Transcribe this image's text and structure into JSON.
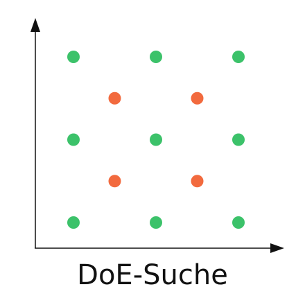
{
  "caption": "DoE-Suche",
  "colors": {
    "green": "#3cc26a",
    "orange": "#f26a3e",
    "axis": "#111111"
  },
  "grid_points": [
    {
      "col": 0,
      "row": 0,
      "kind": "green"
    },
    {
      "col": 2,
      "row": 0,
      "kind": "green"
    },
    {
      "col": 4,
      "row": 0,
      "kind": "green"
    },
    {
      "col": 1,
      "row": 1,
      "kind": "orange"
    },
    {
      "col": 3,
      "row": 1,
      "kind": "orange"
    },
    {
      "col": 0,
      "row": 2,
      "kind": "green"
    },
    {
      "col": 2,
      "row": 2,
      "kind": "green"
    },
    {
      "col": 4,
      "row": 2,
      "kind": "green"
    },
    {
      "col": 1,
      "row": 3,
      "kind": "orange"
    },
    {
      "col": 3,
      "row": 3,
      "kind": "orange"
    },
    {
      "col": 0,
      "row": 4,
      "kind": "green"
    },
    {
      "col": 2,
      "row": 4,
      "kind": "green"
    },
    {
      "col": 4,
      "row": 4,
      "kind": "green"
    }
  ]
}
